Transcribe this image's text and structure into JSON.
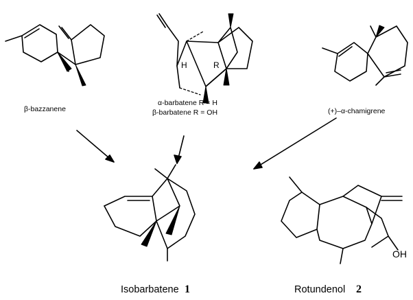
{
  "compounds": {
    "bazzanene": {
      "name": "β-bazzanene"
    },
    "barbatene": {
      "name_alpha": "α-barbatene R = H",
      "name_beta": "β-barbatene R = OH",
      "atom_h": "H",
      "atom_r": "R"
    },
    "chamigrene": {
      "name": "(+)–α-chamigrene"
    },
    "isobarbatene": {
      "name": "Isobarbatene",
      "number": "1"
    },
    "rotundenol": {
      "name": "Rotundenol",
      "number": "2",
      "atom_oh": "OH"
    }
  }
}
